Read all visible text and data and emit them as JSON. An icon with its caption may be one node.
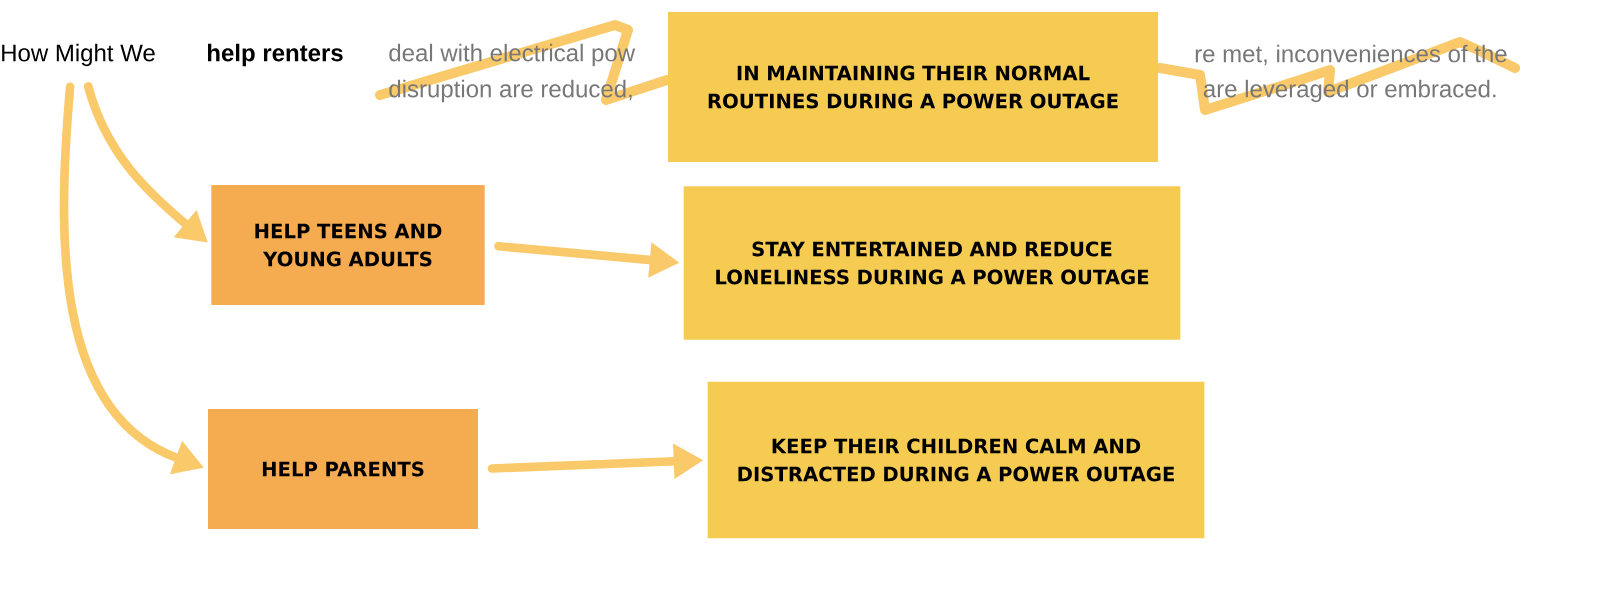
{
  "diagram": {
    "nodes": [
      {
        "text": [
          "How Might We"
        ]
      },
      {
        "text": [
          "IN MAINTAINING THEIR NORMAL ROUTINES DURING A POWER OUTAGE"
        ]
      },
      {
        "text": [
          "HELP TEENS AND YOUNG ADULTS"
        ]
      },
      {
        "text": [
          "STAY ENTERTAINED AND REDUCE LONELINESS DURING A POWER OUTAGE"
        ]
      },
      {
        "text": [
          "HELP PARENTS"
        ]
      },
      {
        "text": [
          "KEEP THEIR CHILDREN CALM AND DISTRACTED DURING A POWER OUTAGE"
        ]
      }
    ],
    "edges": [
      {
        "from": 0,
        "to": 2,
        "arrow": "to"
      },
      {
        "from": 0,
        "to": 4,
        "arrow": "to"
      },
      {
        "from": 2,
        "to": 3,
        "arrow": "to"
      },
      {
        "from": 4,
        "to": 5,
        "arrow": "to"
      }
    ],
    "labels": [
      "help renters",
      "deal with electrical pow",
      "re met, inconveniences of the",
      "disruption are reduced,",
      "are leveraged or embraced."
    ]
  }
}
